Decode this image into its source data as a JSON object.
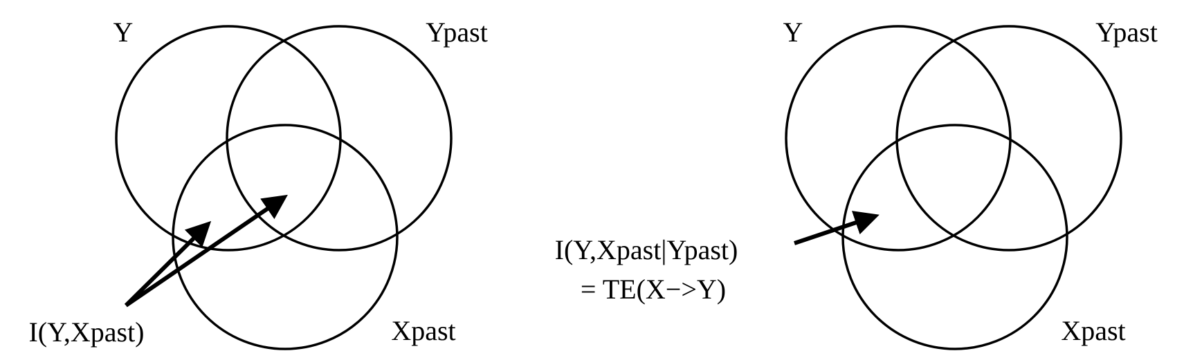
{
  "colors": {
    "stroke": "#000000",
    "background": "#ffffff"
  },
  "left_diagram": {
    "set_labels": {
      "y": "Y",
      "ypast": "Ypast",
      "xpast": "Xpast"
    },
    "annotation": "I(Y,Xpast)"
  },
  "right_diagram": {
    "set_labels": {
      "y": "Y",
      "ypast": "Ypast",
      "xpast": "Xpast"
    },
    "annotation_line1": "I(Y,Xpast|Ypast)",
    "annotation_line2": "= TE(X−>Y)"
  }
}
